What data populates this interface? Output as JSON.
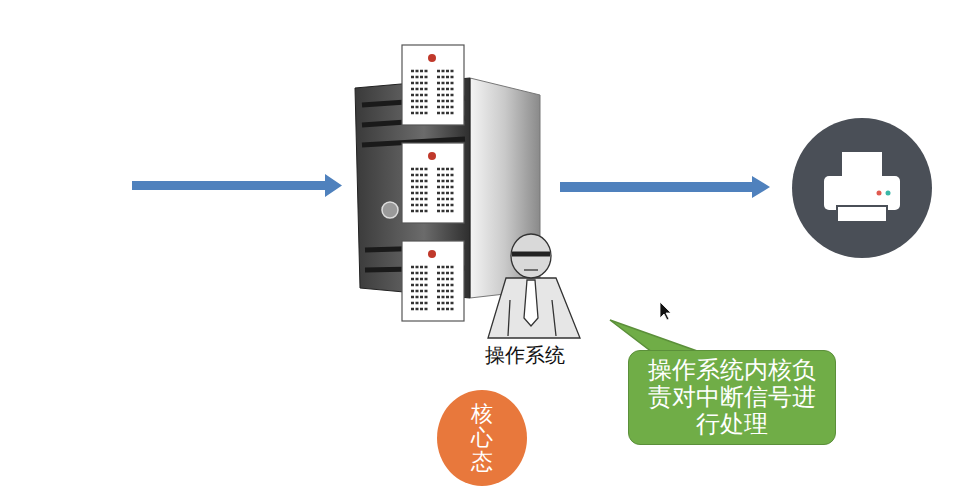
{
  "diagram": {
    "nodes": [
      {
        "text": [
          "操作系统内核负责对中断信号进行处理"
        ]
      },
      {
        "text": [
          "核心态"
        ]
      }
    ],
    "labels": [
      "操作系统"
    ]
  }
}
